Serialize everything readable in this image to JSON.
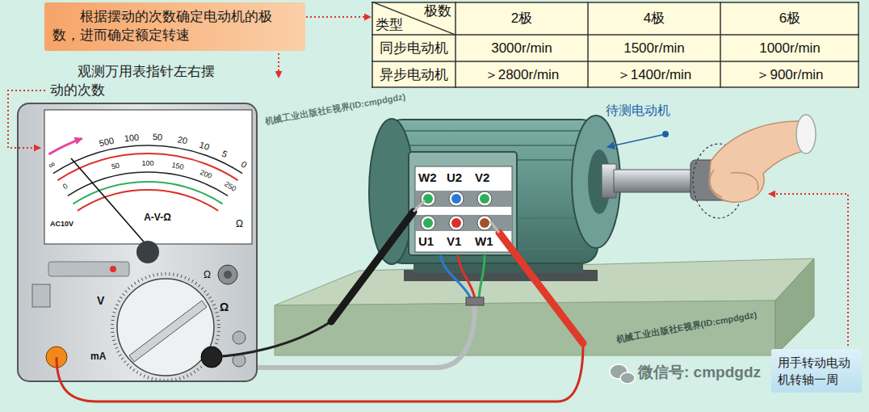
{
  "diagram": {
    "nodes": [
      {
        "text": [
          "根据摆动的次数确定电动机的极数，进而确定额定转速"
        ]
      },
      {
        "text": [
          "类型",
          "极数",
          "2极",
          "4极",
          "6极",
          "同步电动机",
          "3000r/min",
          "1500r/min",
          "1000r/min",
          "异步电动机",
          "＞2800r/min",
          "＞1400r/min",
          "＞900r/min"
        ]
      },
      {
        "text": [
          "W2",
          "U2",
          "V2",
          "U1",
          "V1",
          "W1"
        ]
      },
      {
        "text": [
          "用手转动电动机转轴一周"
        ]
      }
    ],
    "edges": [
      {
        "from": 0,
        "to": 1,
        "arrow": "to"
      }
    ],
    "labels": [
      "观测万用表指针左右摆动的次数",
      "待测电动机",
      "AC10V",
      "A-V-Ω",
      "∞",
      "500",
      "100",
      "50",
      "20",
      "10",
      "5",
      "0",
      "0",
      "50",
      "100",
      "150",
      "200",
      "250",
      "Ω",
      "V",
      "Ω",
      "mA",
      "Ω",
      "机械工业出版社E视界(ID:cmpdgdz)",
      "机械工业出版社E视界(ID:cmpdgdz)",
      "微信号: cmpdgdz"
    ]
  }
}
